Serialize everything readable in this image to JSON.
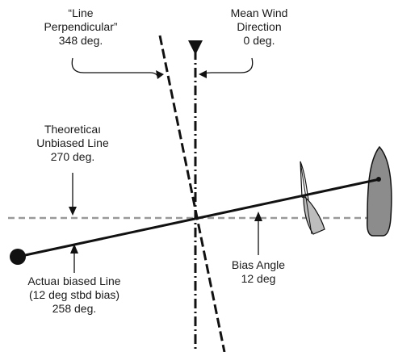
{
  "labels": {
    "line_perpendicular": {
      "lines": [
        "“Line",
        "Perpendicular”",
        "348 deg."
      ]
    },
    "mean_wind_direction": {
      "lines": [
        "Mean Wind",
        "Direction",
        "0 deg."
      ]
    },
    "theoretical_unbiased_line": {
      "lines": [
        "Theoreticaı",
        "Unbiased Line",
        "270 deg."
      ]
    },
    "bias_angle": {
      "lines": [
        "Bias Angle",
        "12 deg"
      ]
    },
    "actual_biased_line": {
      "lines": [
        "Actuaı biased Line",
        "(12 deg stbd bias)",
        "258 deg."
      ]
    }
  },
  "colors": {
    "ink": "#111111",
    "unbiased_line": "#999999",
    "boat_hull": "#8c8c8c",
    "sail_fill": "#bdbdbd",
    "background": "#ffffff"
  }
}
